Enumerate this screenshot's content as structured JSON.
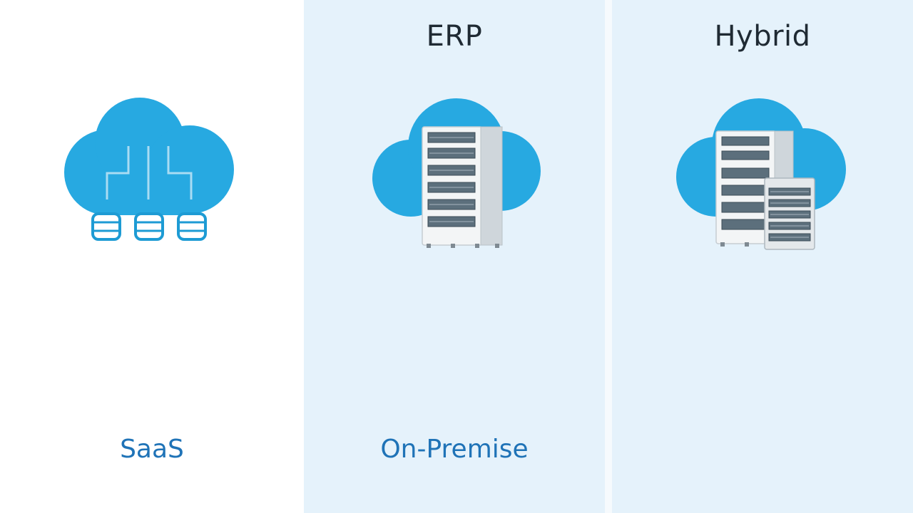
{
  "panels": [
    {
      "heading": "",
      "caption": "SaaS",
      "icon": "cloud-database-icon"
    },
    {
      "heading": "ERP",
      "caption": "On-Premise",
      "icon": "cloud-server-rack-icon"
    },
    {
      "heading": "Hybrid",
      "caption": "",
      "icon": "cloud-hybrid-servers-icon"
    }
  ],
  "colors": {
    "cloud": "#27a9e1",
    "cloud_stroke": "#1d9bd4",
    "panel_bg": "#e5f2fb",
    "heading_text": "#1f2a33",
    "caption_text": "#1f73b7",
    "server_body": "#eceff1"
  }
}
